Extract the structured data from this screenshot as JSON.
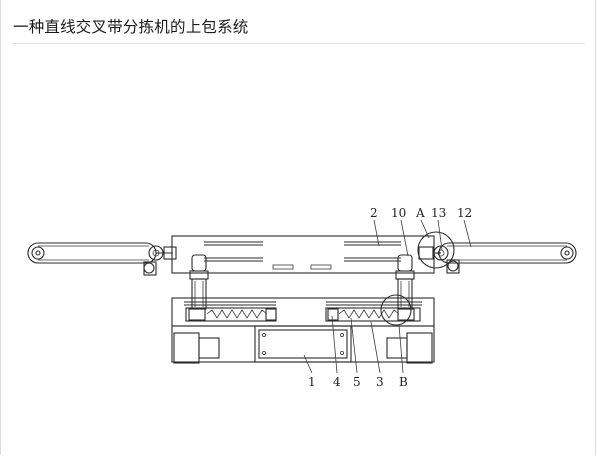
{
  "page": {
    "title": "一种直线交叉带分拣机的上包系统"
  },
  "figure": {
    "labels": [
      "2",
      "10",
      "A",
      "13",
      "12",
      "1",
      "4",
      "5",
      "3",
      "B"
    ]
  }
}
